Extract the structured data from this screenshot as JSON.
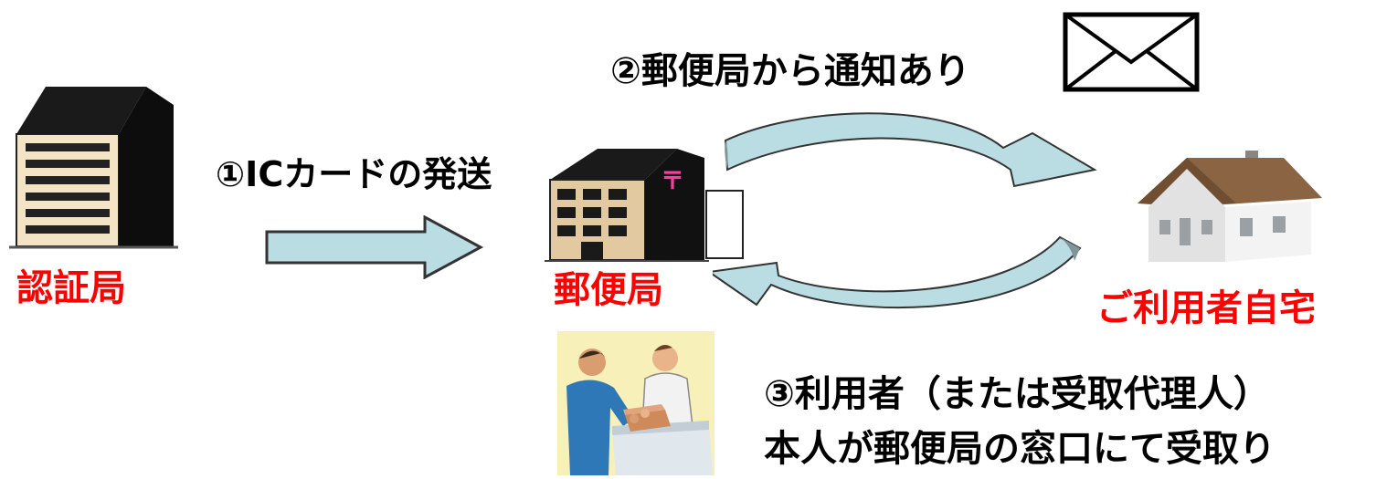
{
  "nodes": {
    "authority": {
      "label": "認証局"
    },
    "post_office": {
      "label": "郵便局"
    },
    "user_home": {
      "label": "ご利用者自宅"
    }
  },
  "steps": {
    "step1": "①ICカードの発送",
    "step2": "②郵便局から通知あり",
    "step3_line1": "③利用者（または受取代理人）",
    "step3_line2": "本人が郵便局の窓口にて受取り"
  },
  "post_mark": "〒",
  "colors": {
    "label_red": "#ff0000",
    "arrow_fill": "#b9dde2",
    "arrow_dark": "#7f9599",
    "arrow_stroke": "#333333"
  },
  "icons": {
    "authority": "office-building-icon",
    "post_office": "post-office-building-icon",
    "home": "house-icon",
    "mail": "envelope-icon",
    "counter": "post-counter-clerk-icon"
  }
}
